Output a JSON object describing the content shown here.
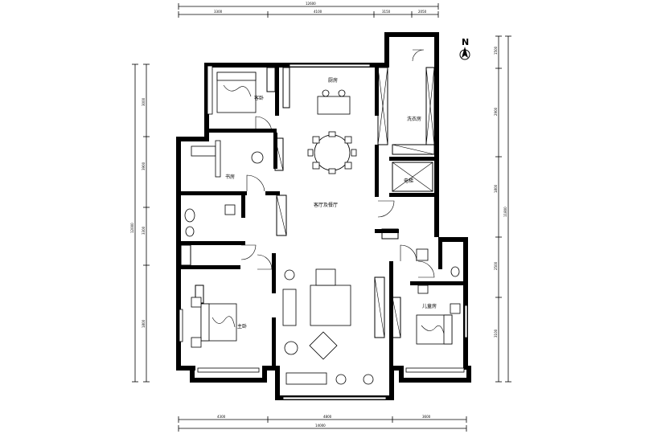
{
  "rooms": {
    "bedroom_2": "客卧",
    "kitchen": "厨房",
    "laundry": "洗衣房",
    "study": "书房",
    "elevator": "电梯",
    "living_dining": "客厅及餐厅",
    "master_bedroom": "主卧",
    "child_bedroom": "儿童房"
  },
  "north_label": "N",
  "dimensions": {
    "top_total": "12600",
    "top_segments": [
      "3300",
      "4100",
      "3150",
      "2050"
    ],
    "bottom_total": "14000",
    "bottom_segments": [
      "4300",
      "4800",
      "3600"
    ],
    "left_total": "12000",
    "left_segments": [
      "3000",
      "3900",
      "3300",
      "1800"
    ],
    "right_total": "11800",
    "right_segments": [
      "1500",
      "2900",
      "1800",
      "2500",
      "3100"
    ]
  },
  "colors": {
    "wall": "#000000",
    "background": "#ffffff"
  }
}
